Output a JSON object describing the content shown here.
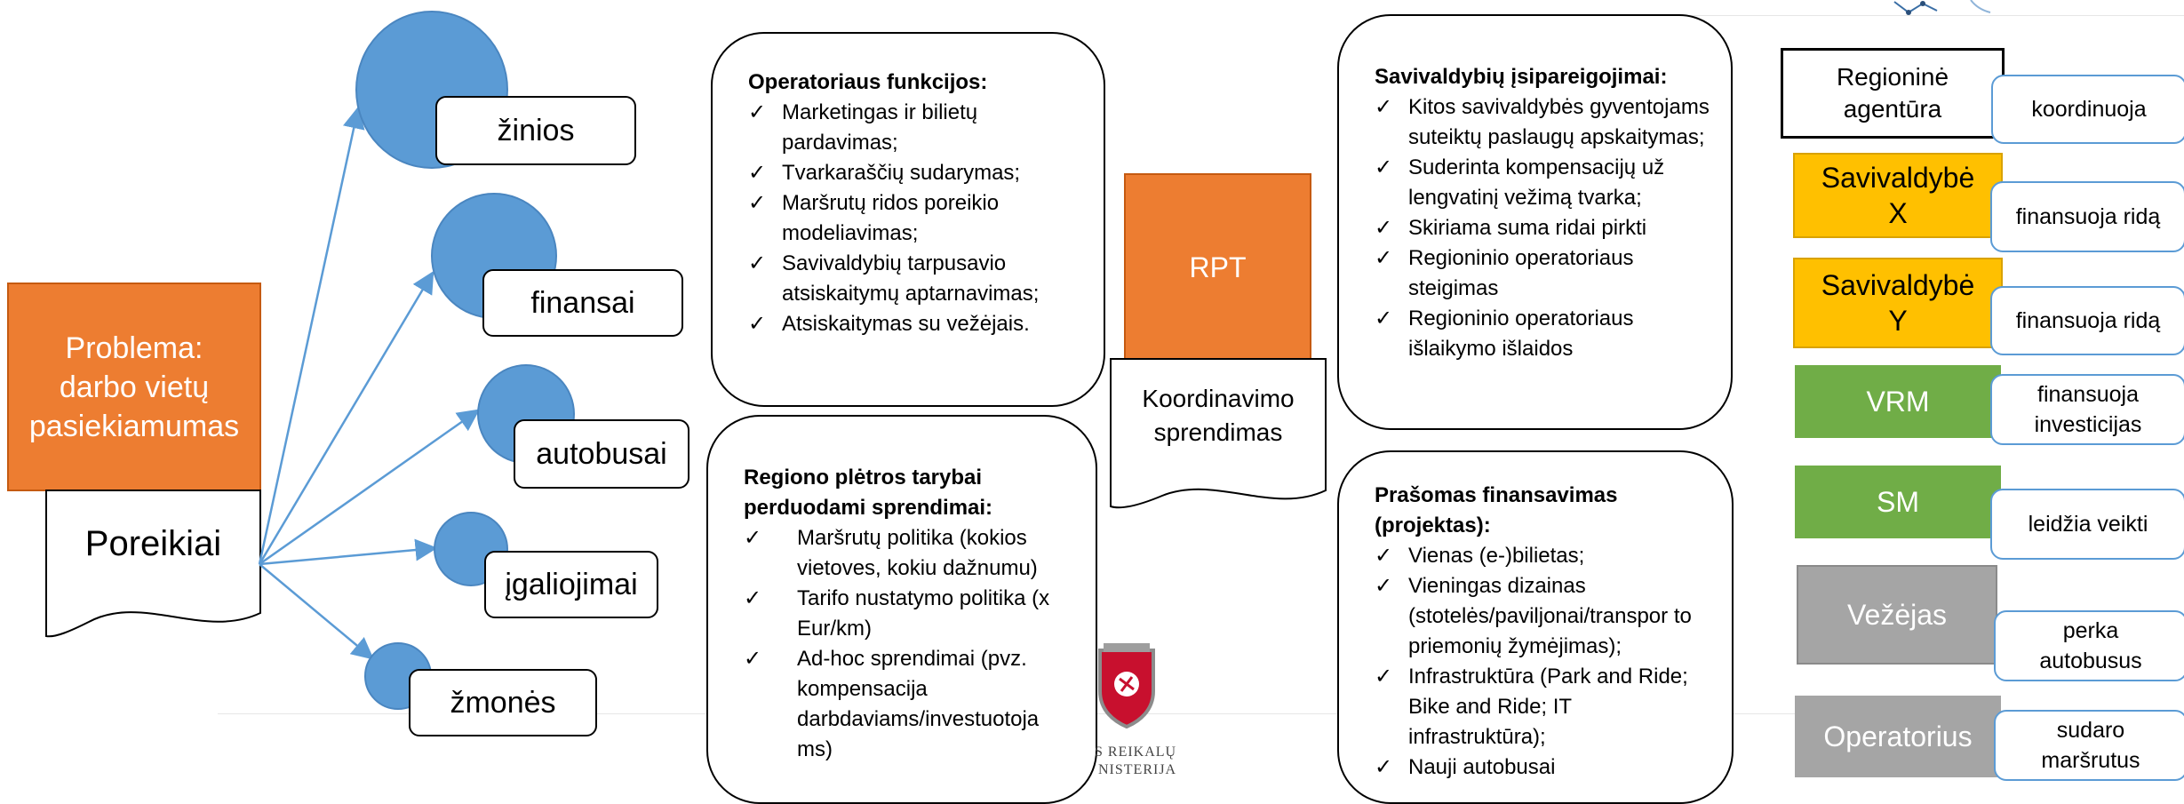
{
  "problem": {
    "text": "Problema:\ndarbo vietų\npasiekiamumas"
  },
  "needs": {
    "text": "Poreikiai"
  },
  "needs_items": [
    {
      "label": "žinios"
    },
    {
      "label": "finansai"
    },
    {
      "label": "autobusai"
    },
    {
      "label": "įgaliojimai"
    },
    {
      "label": "žmonės"
    }
  ],
  "operator_functions": {
    "title": "Operatoriaus funkcijos:",
    "items": [
      "Marketingas ir bilietų pardavimas;",
      "Tvarkaraščių sudarymas;",
      "Maršrutų ridos poreikio modeliavimas;",
      "Savivaldybių tarpusavio atsiskaitymų aptarnavimas;",
      "Atsiskaitymas su vežėjais."
    ]
  },
  "council_decisions": {
    "title": "Regiono plėtros tarybai perduodami sprendimai:",
    "items": [
      "Maršrutų politika (kokios vietoves, kokiu dažnumu)",
      "Tarifo nustatymo politika (x Eur/km)",
      "Ad-hoc sprendimai (pvz. kompensacija darbdaviams/investuotoja ms)"
    ]
  },
  "rpt": {
    "label": "RPT",
    "decision": "Koordinavimo\nsprendimas"
  },
  "municipal_obligations": {
    "title": "Savivaldybių įsipareigojimai:",
    "items": [
      "Kitos savivaldybės gyventojams suteiktų paslaugų apskaitymas;",
      "Suderinta kompensacijų už lengvatinį vežimą tvarka;",
      "Skiriama suma ridai pirkti",
      "Regioninio operatoriaus steigimas",
      "Regioninio operatoriaus išlaikymo išlaidos"
    ]
  },
  "funding_request": {
    "title": "Prašomas finansavimas (projektas):",
    "items": [
      "Vienas (e-)bilietas;",
      "Vieningas dizainas (stotelės/paviljonai/transpor to priemonių žymėjimas);",
      "Infrastruktūra (Park and Ride; Bike and Ride; IT infrastruktūra);",
      "Nauji autobusai"
    ]
  },
  "actors": [
    {
      "name": "Regioninė\nagentūra",
      "role": "koordinuoja",
      "color": "#ffffff"
    },
    {
      "name": "Savivaldybė\nX",
      "role": "finansuoja ridą",
      "color": "#ffc000"
    },
    {
      "name": "Savivaldybė\nY",
      "role": "finansuoja ridą",
      "color": "#ffc000"
    },
    {
      "name": "VRM",
      "role": "finansuoja\ninvesticijas",
      "color": "#70ad47"
    },
    {
      "name": "SM",
      "role": "leidžia veikti",
      "color": "#70ad47"
    },
    {
      "name": "Vežėjas",
      "role": "perka\nautobusus",
      "color": "#a5a5a5"
    },
    {
      "name": "Operatorius",
      "role": "sudaro\nmaršrutus",
      "color": "#a5a5a5"
    }
  ],
  "ministry_logo": {
    "line1": "S REIKALŲ",
    "line2": "NISTERIJA"
  }
}
